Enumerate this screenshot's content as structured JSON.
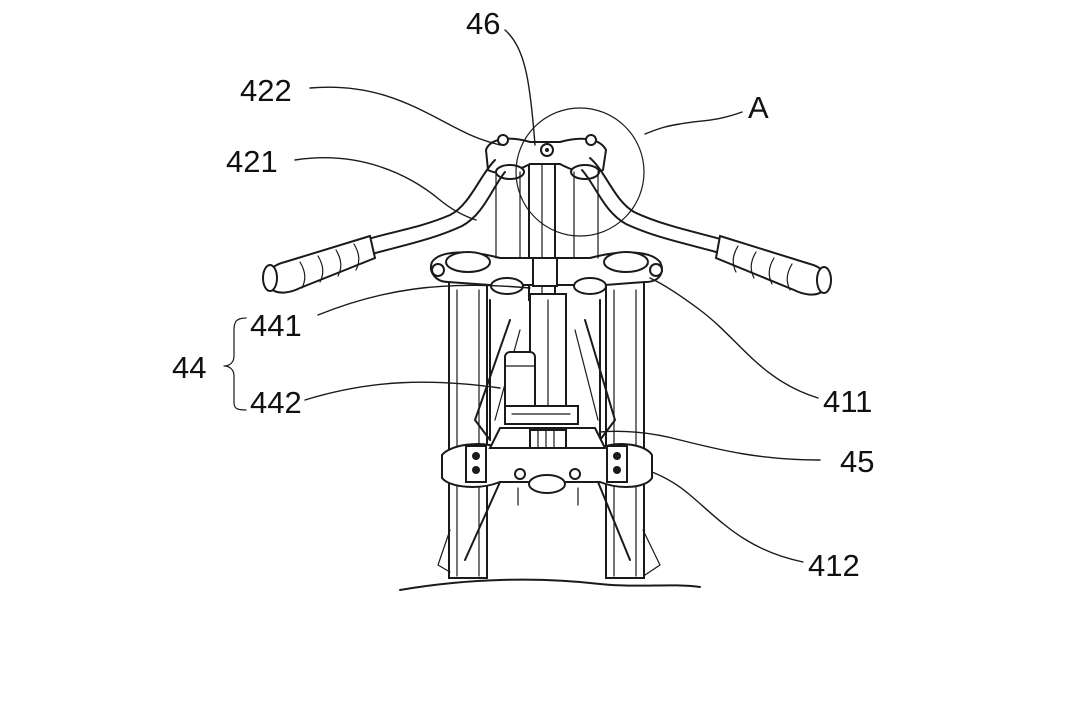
{
  "labels": {
    "l46": "46",
    "l422": "422",
    "lA": "A",
    "l421": "421",
    "l441": "441",
    "l44": "44",
    "l442": "442",
    "l411": "411",
    "l45": "45",
    "l412": "412"
  },
  "colors": {
    "ink": "#1a1a1a",
    "paper": "#ffffff"
  }
}
